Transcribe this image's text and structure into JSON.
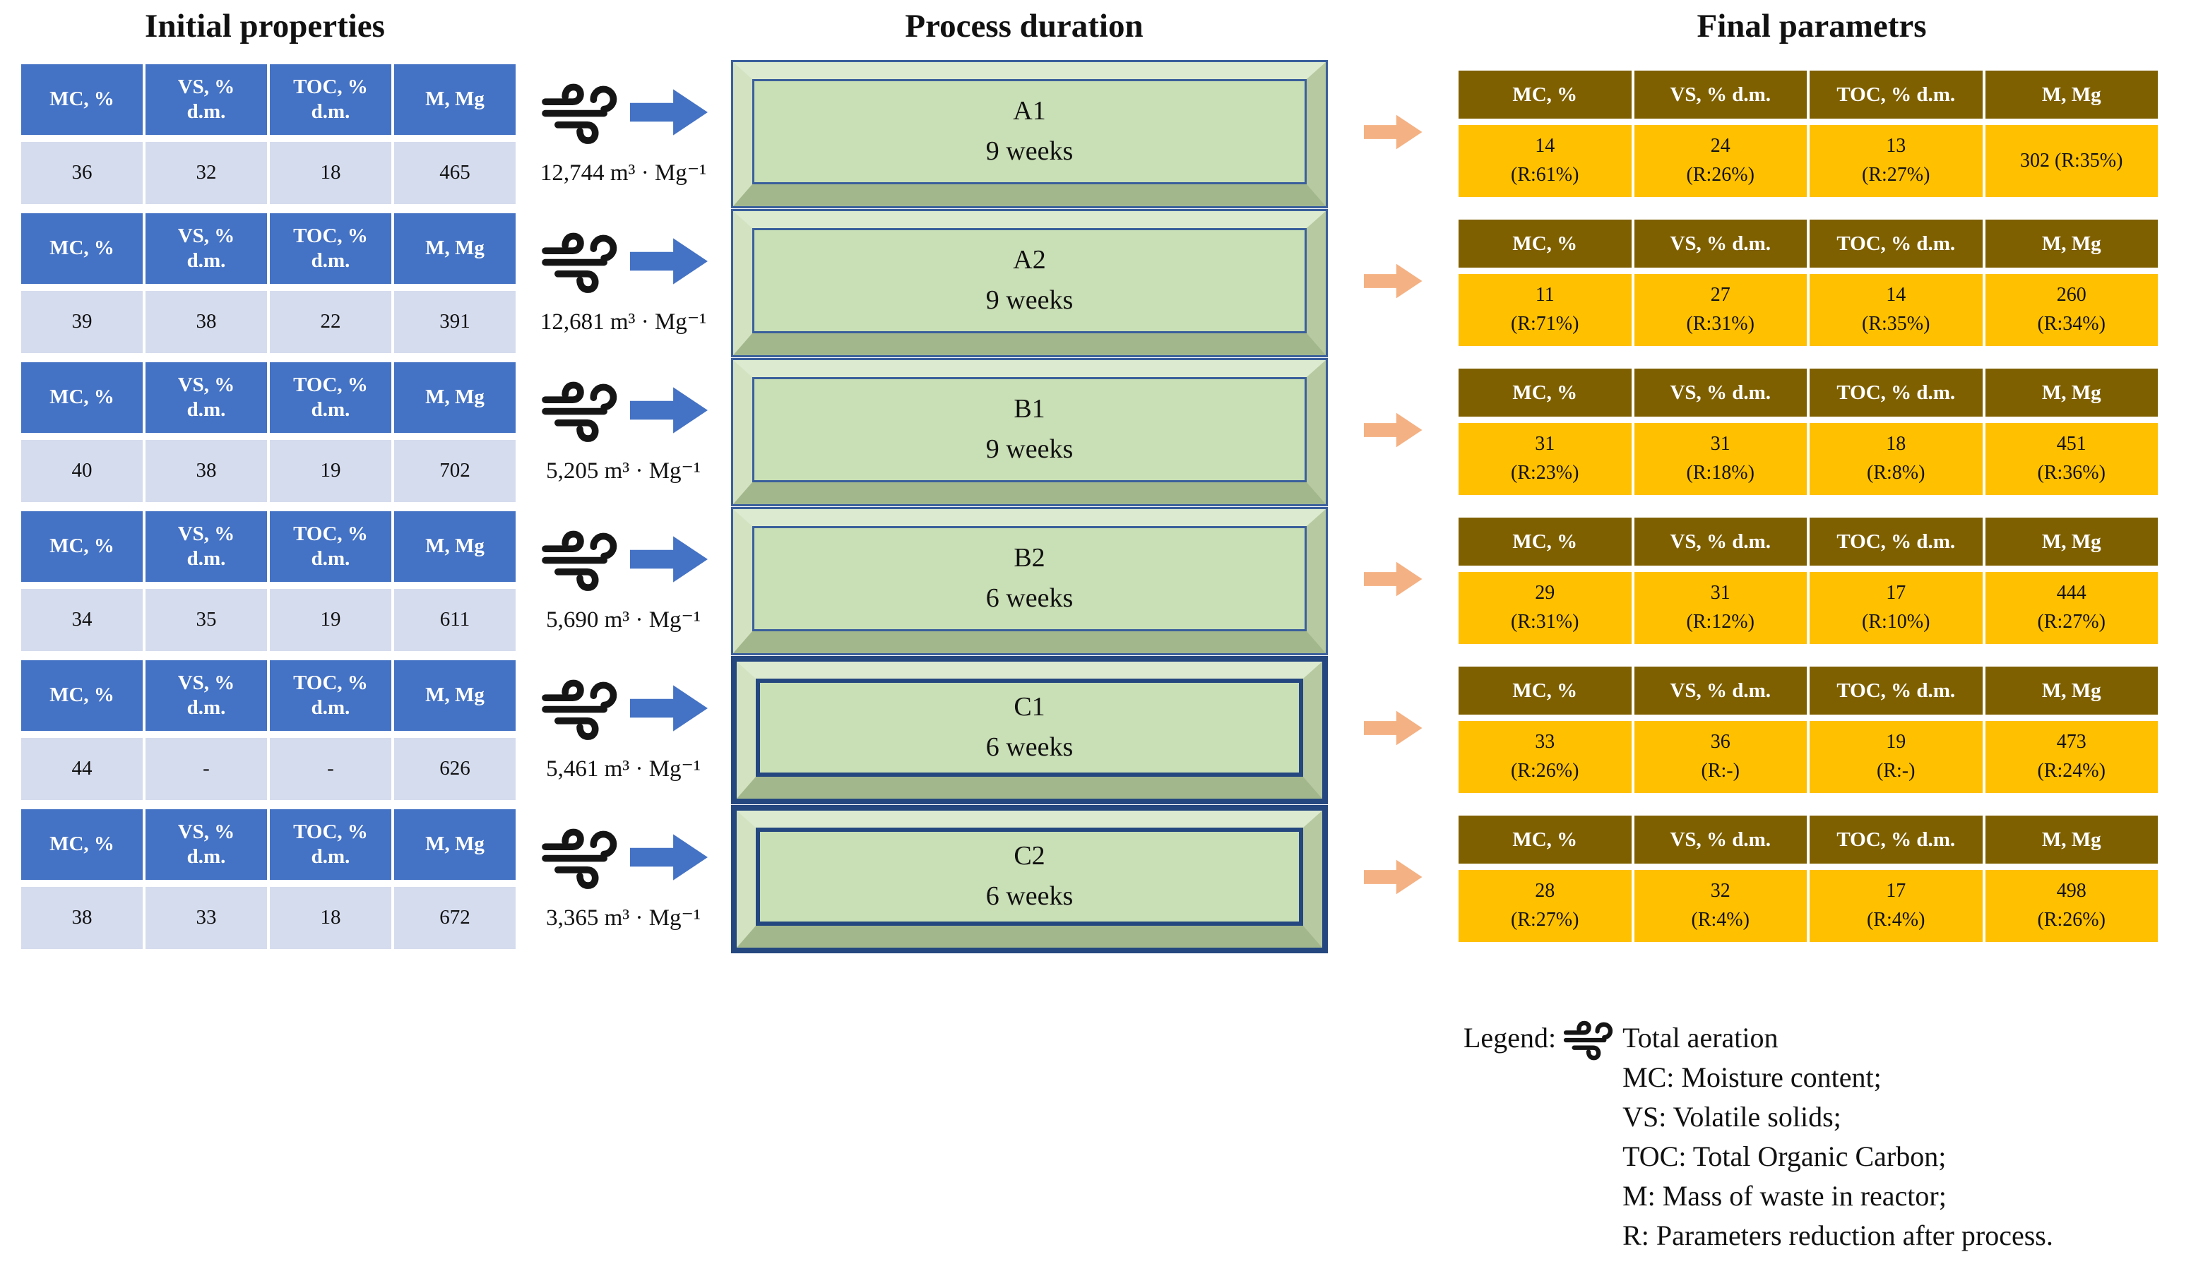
{
  "titles": {
    "initial": "Initial properties",
    "process": "Process duration",
    "final": "Final parametrs"
  },
  "initial_headers": [
    "MC, %",
    "VS, %\nd.m.",
    "TOC, %\nd.m.",
    "M, Mg"
  ],
  "final_headers": [
    "MC, %",
    "VS, % d.m.",
    "TOC, % d.m.",
    "M, Mg"
  ],
  "rows": [
    {
      "initial": [
        "36",
        "32",
        "18",
        "465"
      ],
      "aeration": "12,744 m³ · Mg⁻¹",
      "reactor": "A1",
      "duration": "9 weeks",
      "style": "thin",
      "final": [
        "14\n(R:61%)",
        "24\n(R:26%)",
        "13\n(R:27%)",
        "302 (R:35%)"
      ]
    },
    {
      "initial": [
        "39",
        "38",
        "22",
        "391"
      ],
      "aeration": "12,681 m³ · Mg⁻¹",
      "reactor": "A2",
      "duration": "9 weeks",
      "style": "thin",
      "final": [
        "11\n(R:71%)",
        "27\n(R:31%)",
        "14\n(R:35%)",
        "260\n(R:34%)"
      ]
    },
    {
      "initial": [
        "40",
        "38",
        "19",
        "702"
      ],
      "aeration": "5,205 m³ · Mg⁻¹",
      "reactor": "B1",
      "duration": "9 weeks",
      "style": "thin",
      "final": [
        "31\n(R:23%)",
        "31\n(R:18%)",
        "18\n(R:8%)",
        "451\n(R:36%)"
      ]
    },
    {
      "initial": [
        "34",
        "35",
        "19",
        "611"
      ],
      "aeration": "5,690 m³ · Mg⁻¹",
      "reactor": "B2",
      "duration": "6 weeks",
      "style": "thin",
      "final": [
        "29\n(R:31%)",
        "31\n(R:12%)",
        "17\n(R:10%)",
        "444\n(R:27%)"
      ]
    },
    {
      "initial": [
        "44",
        "-",
        "-",
        "626"
      ],
      "aeration": "5,461 m³ · Mg⁻¹",
      "reactor": "C1",
      "duration": "6 weeks",
      "style": "thick",
      "final": [
        "33\n(R:26%)",
        "36\n(R:-)",
        "19\n(R:-)",
        "473\n(R:24%)"
      ]
    },
    {
      "initial": [
        "38",
        "33",
        "18",
        "672"
      ],
      "aeration": "3,365 m³ · Mg⁻¹",
      "reactor": "C2",
      "duration": "6 weeks",
      "style": "thick",
      "final": [
        "28\n(R:27%)",
        "32\n(R:4%)",
        "17\n(R:4%)",
        "498\n(R:26%)"
      ]
    }
  ],
  "legend": {
    "label": "Legend:",
    "icon": "wind-icon",
    "lines": [
      "Total aeration",
      "MC: Moisture content;",
      "VS: Volatile solids;",
      "TOC: Total Organic Carbon;",
      "M: Mass of waste in reactor;",
      "R: Parameters reduction after process."
    ]
  },
  "colors": {
    "initial_header_bg": "#4472C4",
    "initial_value_bg": "#D5DCEE",
    "final_header_bg": "#7F6000",
    "final_value_bg": "#FFC000",
    "box_fill": "#C9DFB6",
    "box_border_thin": "#3A5F9B",
    "box_border_thick": "#24477F",
    "input_arrow": "#4472C4",
    "output_arrow": "#F4B183"
  }
}
